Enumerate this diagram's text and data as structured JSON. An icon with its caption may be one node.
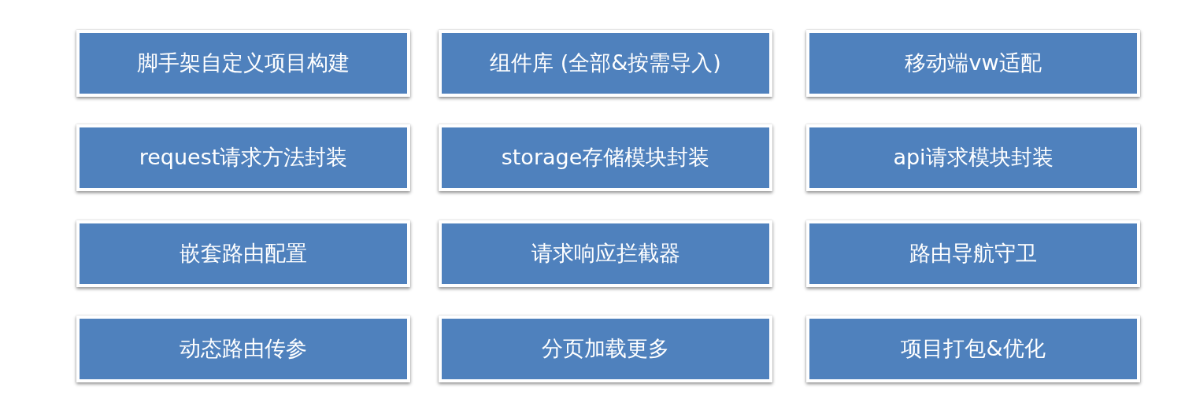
{
  "diagram": {
    "nodes": [
      {
        "text": [
          "脚手架自定义项目构建"
        ]
      },
      {
        "text": [
          "组件库 (全部&按需导入)"
        ]
      },
      {
        "text": [
          "移动端vw适配"
        ]
      },
      {
        "text": [
          "request请求方法封装"
        ]
      },
      {
        "text": [
          "storage存储模块封装"
        ]
      },
      {
        "text": [
          "api请求模块封装"
        ]
      },
      {
        "text": [
          "嵌套路由配置"
        ]
      },
      {
        "text": [
          "请求响应拦截器"
        ]
      },
      {
        "text": [
          "路由导航守卫"
        ]
      },
      {
        "text": [
          "动态路由传参"
        ]
      },
      {
        "text": [
          "分页加载更多"
        ]
      },
      {
        "text": [
          "项目打包&优化"
        ]
      }
    ]
  }
}
